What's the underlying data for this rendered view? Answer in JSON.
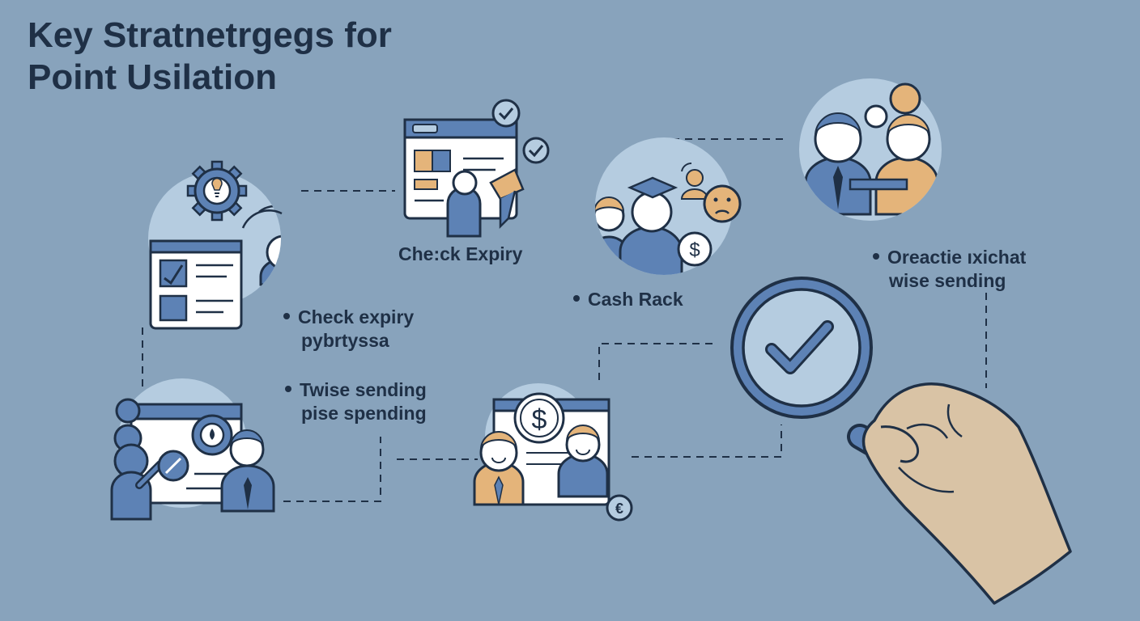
{
  "title": {
    "line1": "Key Stratnetrgegs for",
    "line2": "Point Usilation"
  },
  "labels": {
    "check_expiry_center": "Che:ck Expiry",
    "check_expiry_left": [
      "Check expiry",
      "pybrtyssa"
    ],
    "twise_sending": [
      "Twise sending",
      "pise spending"
    ],
    "cash_rack": "Cash Rack",
    "oreactie": [
      "Oreactie ıxichat",
      "wise sending"
    ]
  },
  "icons": {
    "dollar_symbol": "$",
    "euro_symbol": "€"
  },
  "colors": {
    "background": "#88a3bc",
    "outline": "#1f3046",
    "accent_blue": "#5d82b5",
    "light_circle": "#b5cce0",
    "skin_tone": "#e4b47a",
    "hand_skin": "#d9c3a5"
  }
}
